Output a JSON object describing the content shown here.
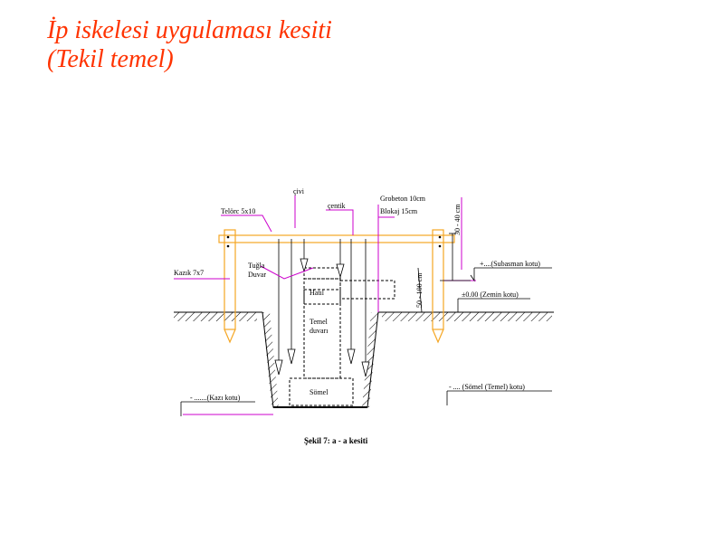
{
  "title": {
    "line1": "İp iskelesi uygulaması kesiti",
    "line2": "(Tekil temel)"
  },
  "diagram": {
    "labels": {
      "civi": "çivi",
      "centik": "çentik",
      "telorc": "Telörc 5x10",
      "grobeton": "Grobeton 10cm",
      "blokaj": "Blokaj 15cm",
      "kazik": "Kazık 7x7",
      "tugla": "Tuğla",
      "duvar": "Duvar",
      "hatil": "Hatıl",
      "temel": "Temel",
      "duvari": "duvarı",
      "somel": "Sömel",
      "dim_30_40": "30 - 40 cm",
      "dim_50_100": "50 - 100 cm",
      "subasman": "+....(Subasman kotu)",
      "zemin": "±0.00 (Zemin kotu)",
      "kazi": "- .......(Kazı kotu)",
      "somel_kotu": "- .... (Sömel (Temel) kotu)"
    },
    "caption": "Şekil 7:  a - a kesiti",
    "colors": {
      "orange": "#f5a623",
      "magenta": "#cc00cc",
      "title_red": "#ff3300",
      "line": "#000000"
    }
  }
}
